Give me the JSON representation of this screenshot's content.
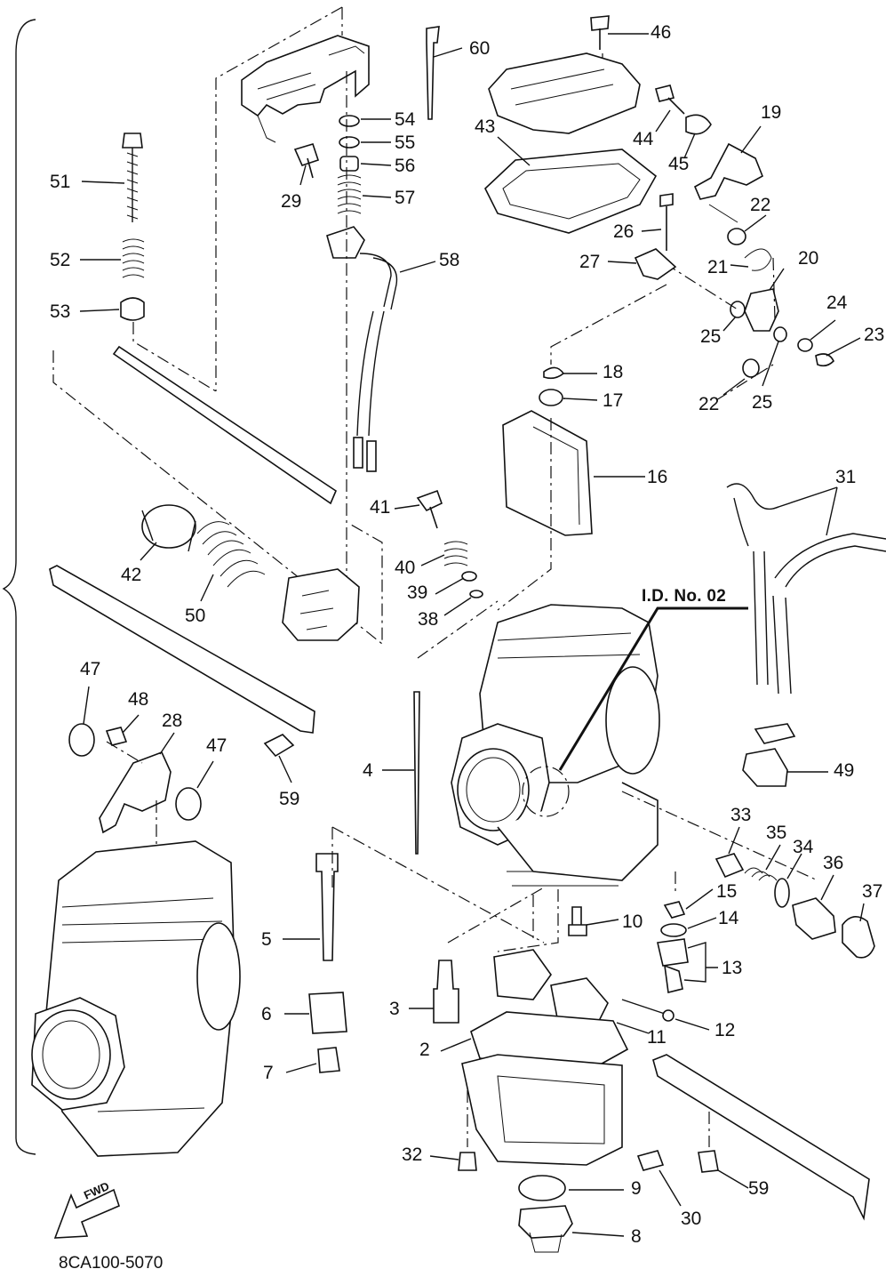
{
  "diagram": {
    "id_label": "I.D. No. 02",
    "fwd_label": "FWD",
    "drawing_code": "8CA100-5070"
  },
  "callouts": [
    {
      "key": "c2",
      "text": "2"
    },
    {
      "key": "c3",
      "text": "3"
    },
    {
      "key": "c4",
      "text": "4"
    },
    {
      "key": "c5",
      "text": "5"
    },
    {
      "key": "c6",
      "text": "6"
    },
    {
      "key": "c7",
      "text": "7"
    },
    {
      "key": "c8",
      "text": "8"
    },
    {
      "key": "c9",
      "text": "9"
    },
    {
      "key": "c10",
      "text": "10"
    },
    {
      "key": "c11",
      "text": "11"
    },
    {
      "key": "c12",
      "text": "12"
    },
    {
      "key": "c13",
      "text": "13"
    },
    {
      "key": "c14",
      "text": "14"
    },
    {
      "key": "c15",
      "text": "15"
    },
    {
      "key": "c16",
      "text": "16"
    },
    {
      "key": "c17",
      "text": "17"
    },
    {
      "key": "c18",
      "text": "18"
    },
    {
      "key": "c19",
      "text": "19"
    },
    {
      "key": "c20",
      "text": "20"
    },
    {
      "key": "c21",
      "text": "21"
    },
    {
      "key": "c22a",
      "text": "22"
    },
    {
      "key": "c22b",
      "text": "22"
    },
    {
      "key": "c23",
      "text": "23"
    },
    {
      "key": "c24",
      "text": "24"
    },
    {
      "key": "c25a",
      "text": "25"
    },
    {
      "key": "c25b",
      "text": "25"
    },
    {
      "key": "c26",
      "text": "26"
    },
    {
      "key": "c27",
      "text": "27"
    },
    {
      "key": "c28",
      "text": "28"
    },
    {
      "key": "c29",
      "text": "29"
    },
    {
      "key": "c30",
      "text": "30"
    },
    {
      "key": "c31",
      "text": "31"
    },
    {
      "key": "c32",
      "text": "32"
    },
    {
      "key": "c33",
      "text": "33"
    },
    {
      "key": "c34",
      "text": "34"
    },
    {
      "key": "c35",
      "text": "35"
    },
    {
      "key": "c36",
      "text": "36"
    },
    {
      "key": "c37",
      "text": "37"
    },
    {
      "key": "c38",
      "text": "38"
    },
    {
      "key": "c39",
      "text": "39"
    },
    {
      "key": "c40",
      "text": "40"
    },
    {
      "key": "c41",
      "text": "41"
    },
    {
      "key": "c42",
      "text": "42"
    },
    {
      "key": "c43",
      "text": "43"
    },
    {
      "key": "c44",
      "text": "44"
    },
    {
      "key": "c45",
      "text": "45"
    },
    {
      "key": "c46",
      "text": "46"
    },
    {
      "key": "c47a",
      "text": "47"
    },
    {
      "key": "c47b",
      "text": "47"
    },
    {
      "key": "c48",
      "text": "48"
    },
    {
      "key": "c49",
      "text": "49"
    },
    {
      "key": "c50",
      "text": "50"
    },
    {
      "key": "c51",
      "text": "51"
    },
    {
      "key": "c52",
      "text": "52"
    },
    {
      "key": "c53",
      "text": "53"
    },
    {
      "key": "c54",
      "text": "54"
    },
    {
      "key": "c55",
      "text": "55"
    },
    {
      "key": "c56",
      "text": "56"
    },
    {
      "key": "c57",
      "text": "57"
    },
    {
      "key": "c58",
      "text": "58"
    },
    {
      "key": "c59a",
      "text": "59"
    },
    {
      "key": "c59b",
      "text": "59"
    },
    {
      "key": "c60",
      "text": "60"
    }
  ]
}
